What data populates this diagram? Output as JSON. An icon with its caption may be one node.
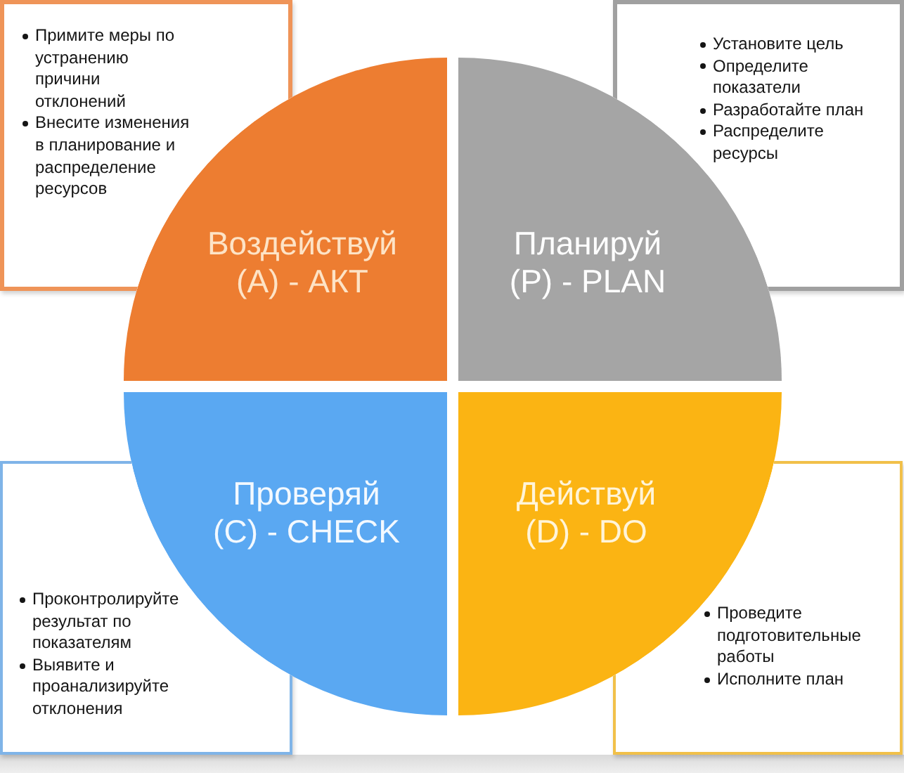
{
  "diagram": {
    "nodes": [
      {
        "text": [
          "Примите меры по устранению причини отклонений",
          "Внесите изменения в планирование и распределение ресурсов"
        ]
      },
      {
        "text": [
          "Установите цель",
          "Определите показатели",
          "Разработайте план",
          "Распределите ресурсы"
        ]
      },
      {
        "text": [
          "Воздействуй",
          "(A) - АКТ"
        ]
      },
      {
        "text": [
          "Планируй",
          "(P) - PLAN"
        ]
      },
      {
        "text": [
          "Проверяй",
          "(C) - CHECK"
        ]
      },
      {
        "text": [
          "Действуй",
          "(D) - DO"
        ]
      },
      {
        "text": [
          "Проконтролируйте результат по показателям",
          "Выявите и проанализируйте отклонения"
        ]
      },
      {
        "text": [
          "Проведите подготовительные работы",
          "Исполните план"
        ]
      }
    ]
  }
}
